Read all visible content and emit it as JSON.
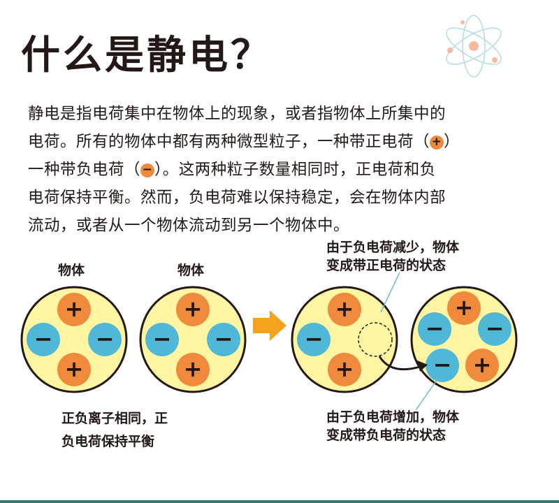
{
  "title": "什么是静电？",
  "paragraph": {
    "line1": "静电是指电荷集中在物体上的现象，或者指物体上所集中的",
    "line2_a": "电荷。所有的物体中都有两种微型粒子，一种带正电荷（",
    "line2_b": "）",
    "line3_a": "一种带负电荷（",
    "line3_b": "）。这两种粒子数量相同时，正电荷和负",
    "line4": "电荷保持平衡。然而，负电荷难以保持稳定，会在物体内部",
    "line5": "流动，或者从一个物体流动到另一个物体中。"
  },
  "symbols": {
    "positive": "+",
    "negative": "−"
  },
  "labels": {
    "object1": "物体",
    "object2": "物体",
    "positive_state_line1": "由于负电荷减少，物体",
    "positive_state_line2": "变成带正电荷的状态",
    "balanced_line1": "正负离子相同，正",
    "balanced_line2": "负电荷保持平衡",
    "negative_state_line1": "由于负电荷增加，物体",
    "negative_state_line2": "变成带负电荷的状态"
  },
  "colors": {
    "object_fill": "#fff5a3",
    "positive": "#ef8a3c",
    "negative": "#4fb8d6",
    "arrow": "#f5a21f",
    "outline": "#231815"
  },
  "icons": {
    "corner": "atom-icon"
  }
}
